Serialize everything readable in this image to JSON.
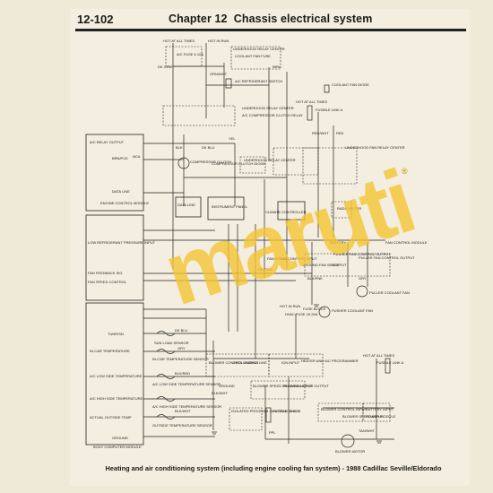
{
  "header": {
    "page_number": "12-102",
    "chapter": "Chapter 12",
    "title": "Chassis electrical system"
  },
  "caption": "Heating and air conditioning system (including engine cooling fan system) - 1988 Cadillac Seville/Eldorado",
  "watermark": {
    "text": "maruti",
    "registered": "®",
    "color": "#f4c430"
  },
  "diagram": {
    "top": {
      "hot_all_times": "HOT AT ALL TIMES",
      "hot_in_run": "HOT IN RUN",
      "underhood_relay_center": "UNDERHOOD RELAY CENTER",
      "ac_fuse": "A/C FUSE 6 10A",
      "coolant_fan_fuse": "COOLANT FAN FUSE",
      "dk_grn": "DK GRN",
      "brn": "BRN",
      "grn_wht": "GRN/WHT",
      "ac_refrigerant_switch": "A/C REFRIGERANT SWITCH",
      "coolant_fan_diode": "COOLANT FAN DIODE",
      "underhood_relay_center_2": "UNDERHOOD RELAY CENTER",
      "ac_compressor_clutch_relay": "A/C COMPRESSOR CLUTCH RELAY",
      "hot_at_all_times_2": "HOT AT ALL TIMES",
      "fusible_link_a": "FUSIBLE LINK A",
      "red_wht": "RED/WHT",
      "yel": "YEL",
      "red": "RED"
    },
    "left_module": {
      "ac_relay_output": "A/C RELAY OUTPUT",
      "data_line": "DATA LINE",
      "ecm_label": "ENGINE CONTROL MODULE",
      "low_refrig_pressure_input": "LOW REFRIGERANT PRESSURE INPUT",
      "fan_feedback": "FAN FEEDBACK SIG",
      "fan_speed_control": "FAN SPEED CONTROL",
      "ncm": "NCA",
      "brn_pck": "BRN/PCK"
    },
    "middle": {
      "compressor_clutch": "COMPRESSOR CLUTCH",
      "compressor_clutch_diode": "COMPRESSOR CLUTCH DIODE",
      "underhood_relay_center_3": "UNDERHOOD RELAY CENTER",
      "underhood_fan_relay": "UNDERHOOD FAN RELAY CENTER",
      "instrument_panel": "INSTRUMENT PANEL",
      "data_line_2": "DATA LINE",
      "climate_controller": "CLIMATE CONTROLLER",
      "blk": "BLK",
      "dk_blu": "DK BLU",
      "radio_filter": "RADIO FILTER",
      "battery": "BATTERY",
      "fan_control_module": "FAN CONTROL MODULE",
      "fan_control_input": "FAN CONTROL INPUT",
      "ground": "GROUND",
      "fan_speed": "FAN SPEED",
      "fan_sense": "FAN SENSE",
      "output": "OUTPUT",
      "pusher_fan_control_output": "PUSHER FAN CONTROL OUTPUT",
      "puller_fan_control_output": "PULLER FAN CONTROL OUTPUT",
      "blk_pnk": "BLK/PNK",
      "dk_grn_2": "DK GRN",
      "gry": "GRY",
      "puller_coolant_fan": "PULLER COOLANT FAN",
      "pusher_coolant_fan": "PUSHER COOLANT FAN"
    },
    "sensors": {
      "tunr_sn": "TUNR/SN",
      "sun_load_sensor": "SUN LOAD SENSOR",
      "in_car_temp": "IN-CAR TEMPERATURE",
      "in_car_temp_sensor": "IN-CAR TEMPERATURE SENSOR",
      "ac_low_side_temp": "A/C LOW SIDE TEMPERATURE",
      "ac_low_side_sensor": "A/C LOW SIDE TEMPERATURE SENSOR",
      "ac_high_side_temp": "A/C HIGH SIDE TEMPERATURE",
      "ac_high_side_sensor": "A/C HIGH SIDE TEMPERATURE SENSOR",
      "actual_outside_temp": "ACTUAL OUTSIDE TEMP",
      "outside_temp_sensor": "OUTSIDE TEMPERATURE SENSOR",
      "ground": "GROUND",
      "body_computer_module": "BODY COMPUTER MODULE",
      "dk_blu": "DK BLU",
      "blk_red": "BLK/RED",
      "blk_wht": "BLK/WHT",
      "gry": "GRY"
    },
    "lower": {
      "hot_in_run": "HOT IN RUN",
      "hvac_fuse": "HVAC FUSE 15 20A",
      "fuse_block": "FUSE BLOCK",
      "blower_control_output": "BLOWER CONTROL OUTPUT",
      "data_line_a": "DATA LINE",
      "data_line_b": "DATA LINE",
      "ign_input": "IGN INPUT",
      "heater_ac_programmer": "HEATER AND A/C PROGRAMMER",
      "blower_speed_program_input": "BLOWER SPEED PROGRAM INPUT",
      "blower_motor_output": "BLOWER MOTOR OUTPUT",
      "isolated_program_junction_block": "ISOLATED PROGRAM JUNCTION BLOCK",
      "fusible_link_c": "FUSIBLE LINK C",
      "hot_at_all_times": "HOT AT ALL TIMES",
      "fusible_link_a": "FUSIBLE LINK A",
      "blower_control_input": "BLOWER CONTROL INPUT",
      "blower_speed_input": "BLOWER SPEED INPUT",
      "battery_input": "BATTERY INPUT",
      "power_module": "POWER MODULE",
      "blower_motor": "BLOWER MOTOR",
      "blk_wht": "BLK/WHT",
      "ppl": "PPL",
      "ground": "GROUND",
      "tan_wht": "TAN/WHT"
    }
  }
}
